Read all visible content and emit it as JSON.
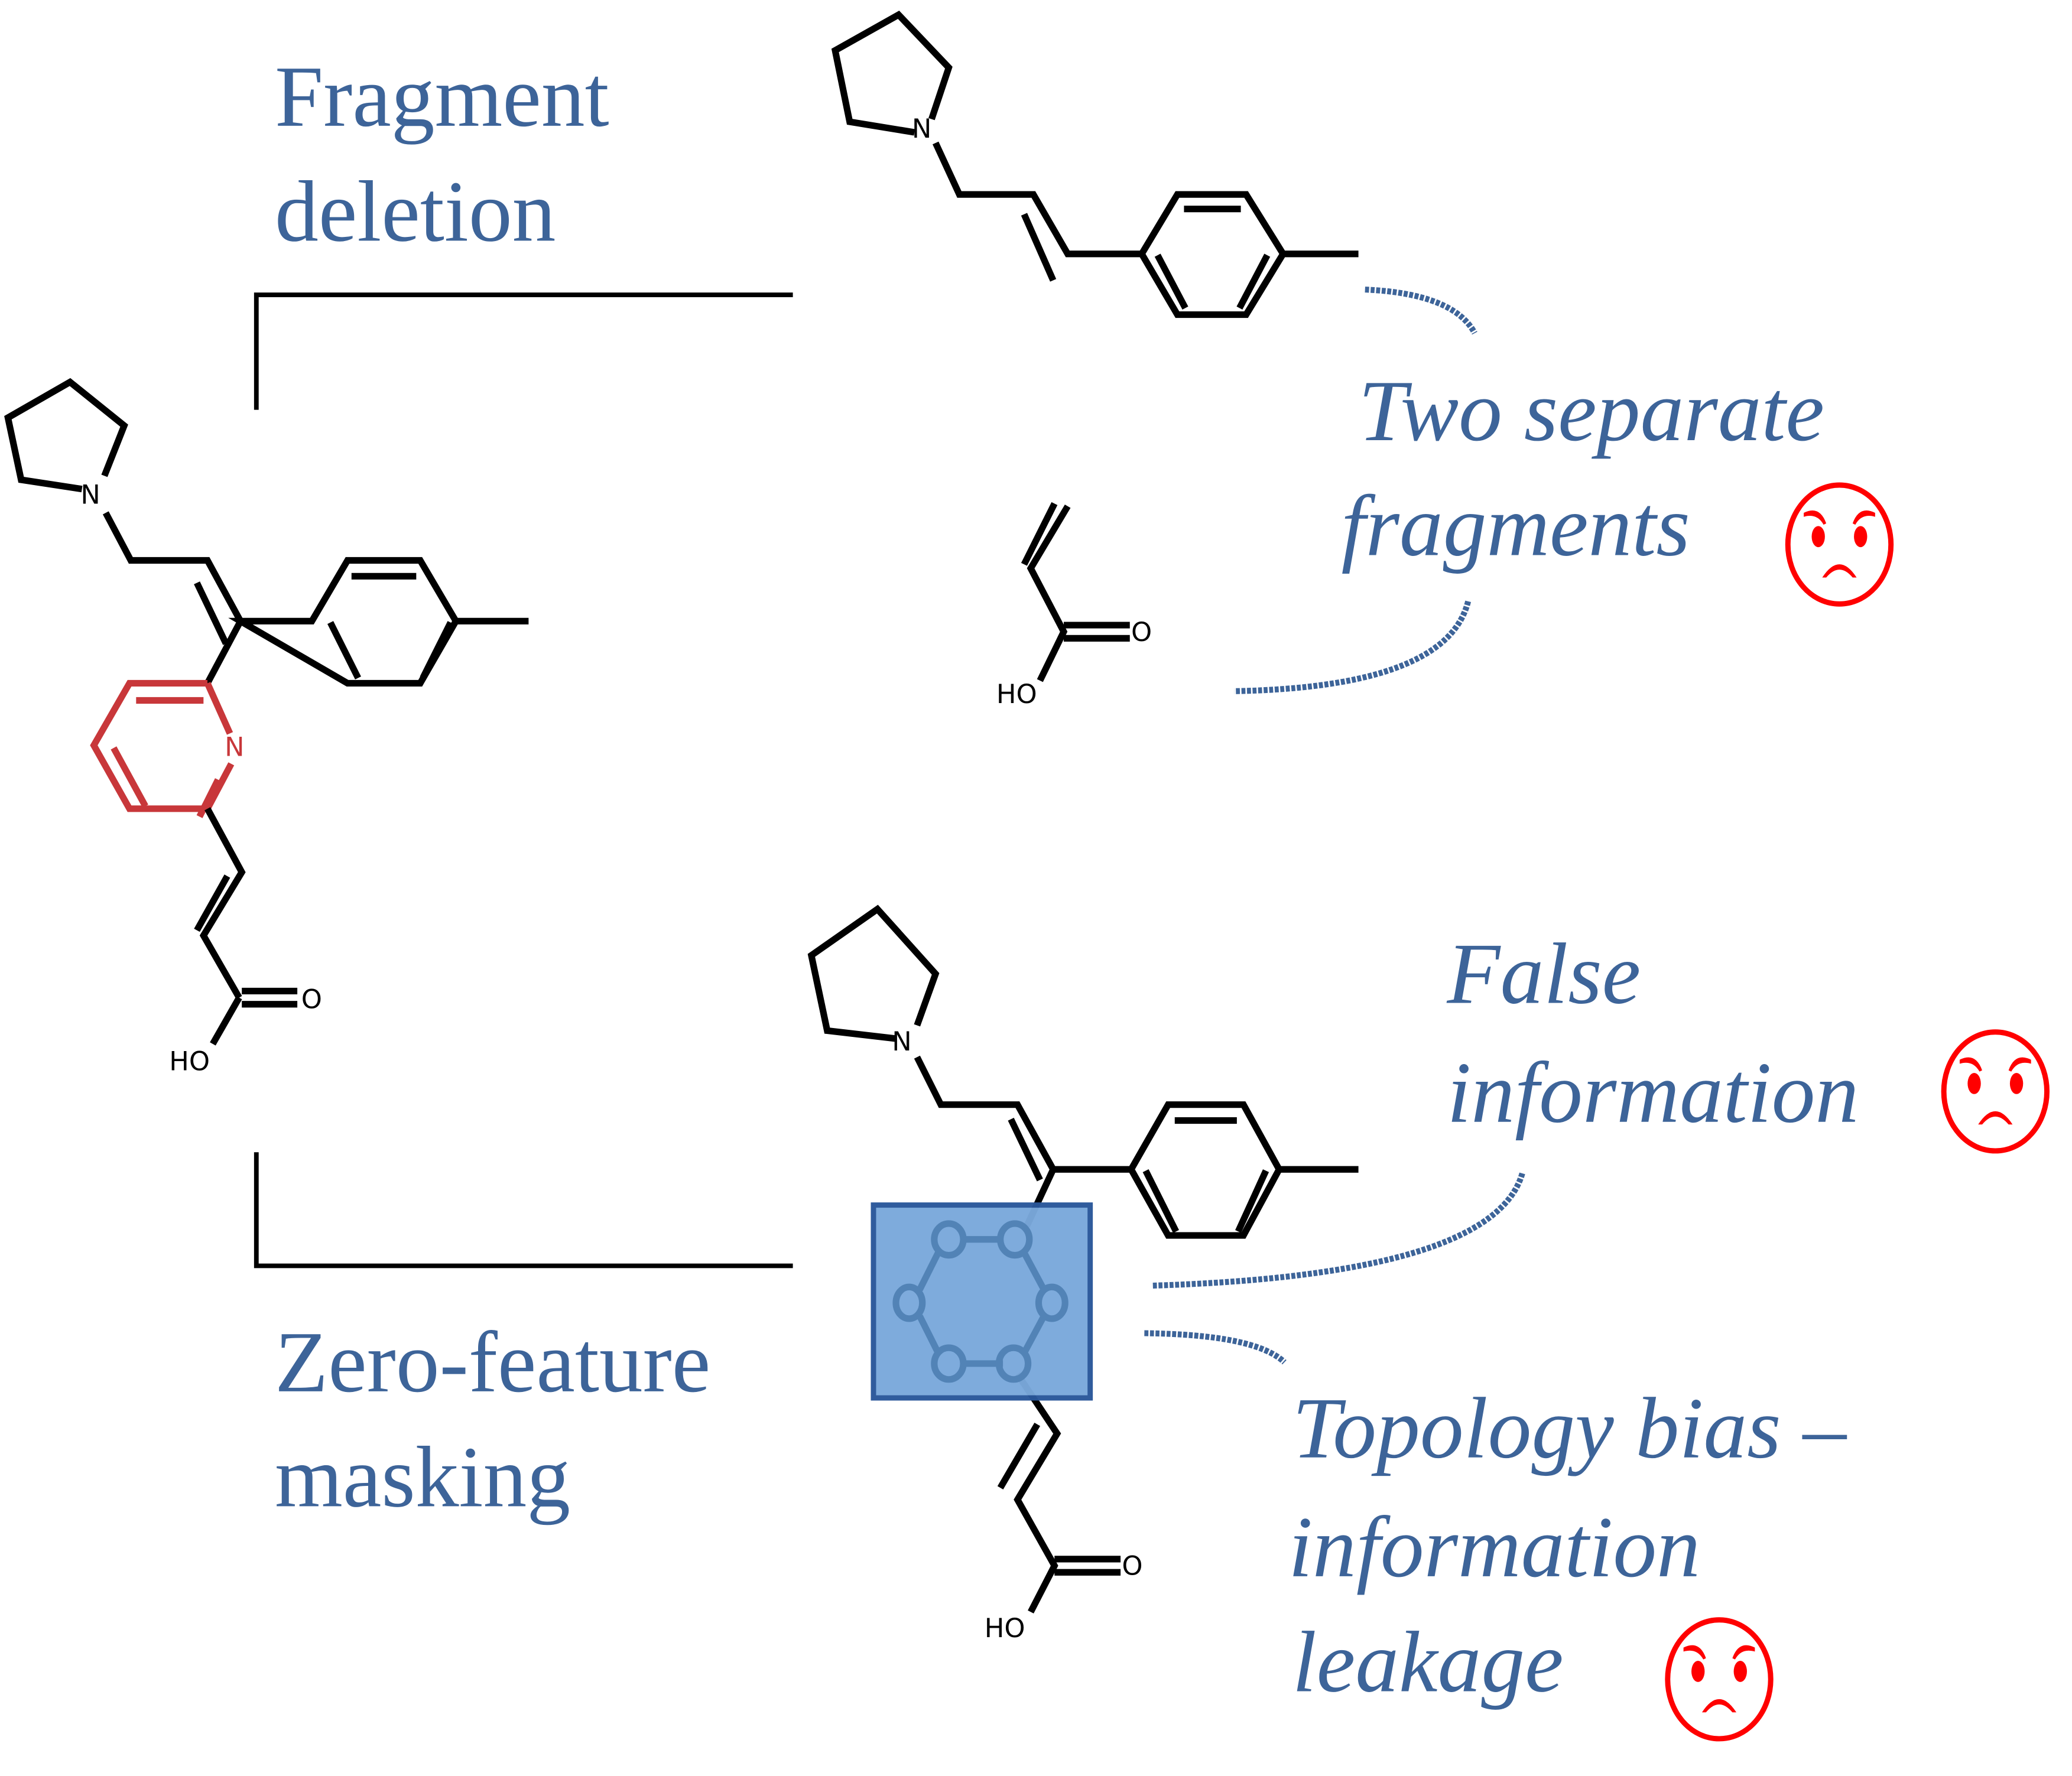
{
  "figure": {
    "sections": {
      "deletion": {
        "title_line1": "Fragment",
        "title_line2": "deletion"
      },
      "masking": {
        "title_line1": "Zero-feature",
        "title_line2": "masking"
      }
    },
    "molecules": {
      "original": {
        "atoms": {
          "ring_nitrogen": "N",
          "pyridine_nitrogen": "N",
          "carbonyl_oxygen": "O",
          "hydroxyl": "HO"
        },
        "highlighted_fragment": "pyridine ring"
      },
      "deleted_fragment_top": {
        "atoms": {
          "ring_nitrogen": "N"
        }
      },
      "deleted_fragment_bottom": {
        "atoms": {
          "carbonyl_oxygen": "O",
          "hydroxyl": "HO"
        }
      },
      "masked": {
        "atoms": {
          "ring_nitrogen": "N",
          "carbonyl_oxygen": "O",
          "hydroxyl": "HO"
        },
        "mask": "zero-feature node placeholder ring"
      }
    },
    "annotations": {
      "two_fragments": {
        "line1": "Two separate",
        "line2": "fragments",
        "icon": "angry-face-icon"
      },
      "false_info": {
        "line1": "False",
        "line2": "information",
        "icon": "angry-face-icon"
      },
      "topology_bias": {
        "line1": "Topology bias –",
        "line2": "information",
        "line3": "leakage",
        "icon": "angry-face-icon"
      }
    },
    "colors": {
      "text_blue": "#3d6499",
      "highlight_red": "#c8373a",
      "emoji_red": "#ff0000",
      "mask_fill": "#7aa9db",
      "mask_border": "#2a579a"
    }
  }
}
